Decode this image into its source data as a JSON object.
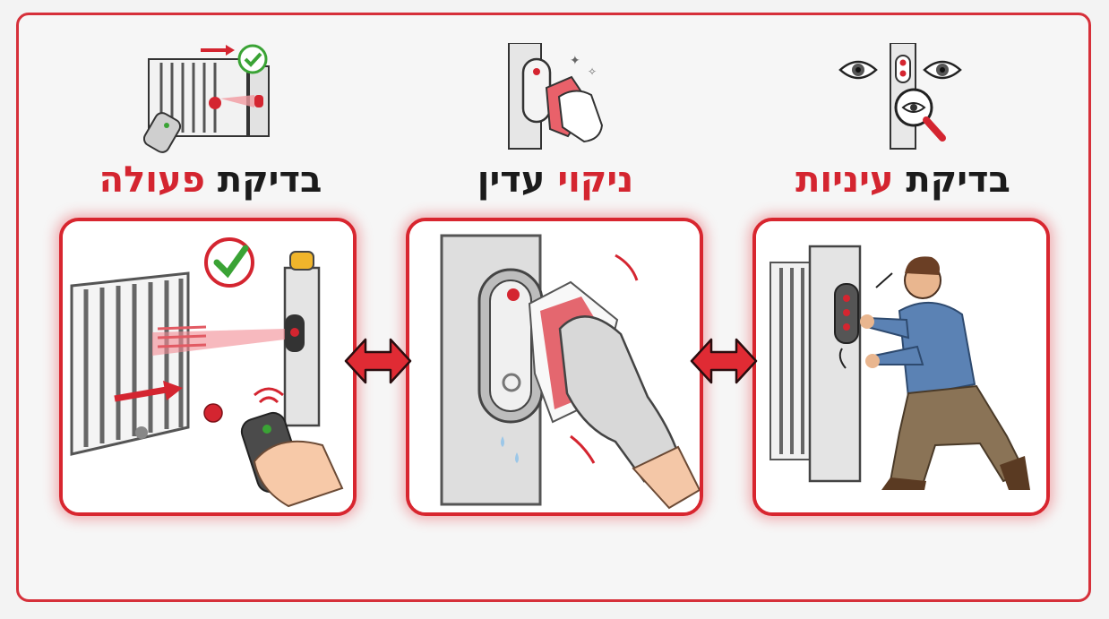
{
  "steps": [
    {
      "title_dark": "בדיקת",
      "title_red": "עיניות",
      "icon": "eyes-magnifier-icon",
      "image": "man-inspecting-gate-sensor"
    },
    {
      "title_red": "ניקוי",
      "title_dark": "עדין",
      "icon": "cloth-wiping-icon",
      "image": "gloved-hand-cleaning-sensor"
    },
    {
      "title_dark": "בדיקת",
      "title_red": "פעולה",
      "icon": "gate-remote-check-icon",
      "image": "gate-remote-test"
    }
  ],
  "colors": {
    "accent": "#d42530",
    "text": "#1b1b1b",
    "check": "#3aa335"
  }
}
